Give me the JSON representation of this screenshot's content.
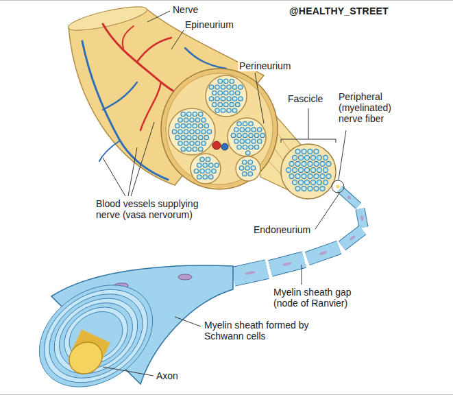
{
  "diagram": {
    "labels": [
      "@HEALTHY_STREET",
      "Nerve",
      "Epineurium",
      "Perineurium",
      "Fascicle",
      "Peripheral (myelinated) nerve fiber",
      "Blood vessels supplying nerve (vasa nervorum)",
      "Endoneurium",
      "Myelin sheath gap (node of Ranvier)",
      "Myelin sheath formed by Schwann cells",
      "Axon"
    ]
  }
}
